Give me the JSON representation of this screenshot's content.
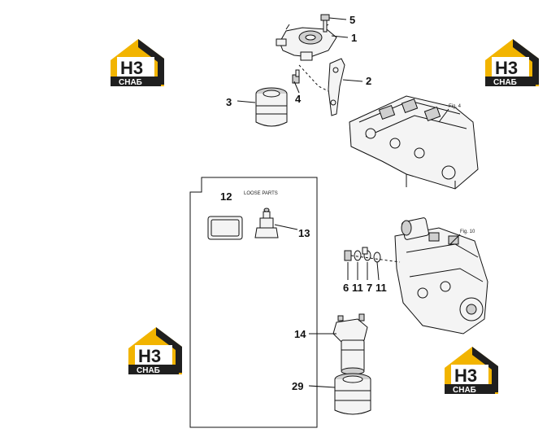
{
  "callouts": {
    "c5": "5",
    "c1": "1",
    "c2": "2",
    "c3": "3",
    "c4": "4",
    "c12": "12",
    "c13": "13",
    "c6": "6",
    "c11a": "11",
    "c7": "7",
    "c11b": "11",
    "c14": "14",
    "c29": "29"
  },
  "labels": {
    "loose_parts": "LOOSE PARTS",
    "fig4": "Fig. 4",
    "fig10": "Fig. 10"
  },
  "logo": {
    "top": "H3",
    "bottom": "СНАБ",
    "accent_color": "#f2b400",
    "dark_color": "#1f1f1f"
  }
}
